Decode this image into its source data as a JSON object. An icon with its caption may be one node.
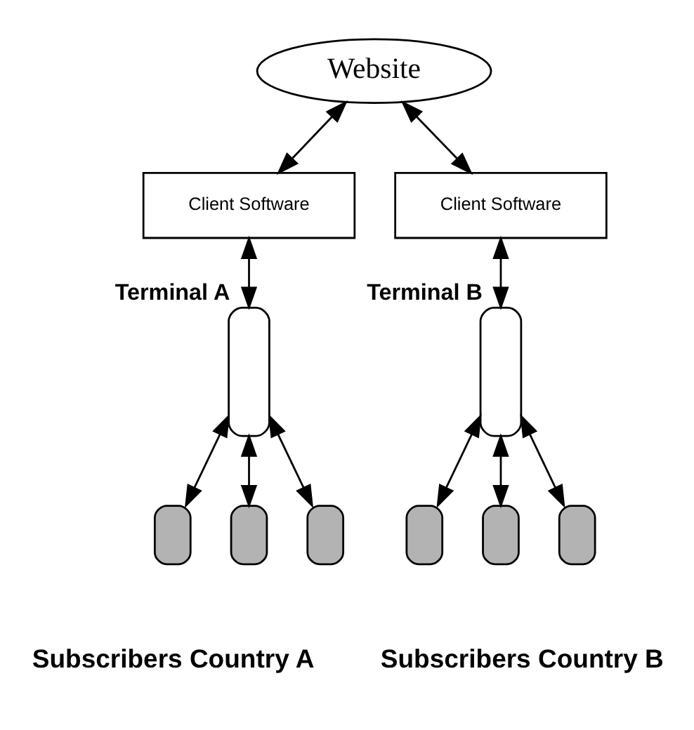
{
  "diagram": {
    "nodes": [
      {
        "text": [
          "Website"
        ]
      },
      {
        "text": [
          "Client Software"
        ]
      },
      {
        "text": [
          "Client Software"
        ]
      },
      {
        "text": [],
        "shape": "box",
        "beside": [
          "Terminal A"
        ]
      },
      {
        "text": [],
        "shape": "box",
        "beside": [
          "Terminal B"
        ]
      },
      {
        "text": [],
        "shape": "box"
      },
      {
        "text": [],
        "shape": "box"
      },
      {
        "text": [],
        "shape": "box"
      },
      {
        "text": [],
        "shape": "box"
      },
      {
        "text": [],
        "shape": "box"
      },
      {
        "text": [],
        "shape": "box"
      }
    ],
    "edges": [
      {
        "from": 0,
        "to": 1,
        "arrow": "both"
      },
      {
        "from": 0,
        "to": 2,
        "arrow": "both"
      },
      {
        "from": 1,
        "to": 3,
        "arrow": "both"
      },
      {
        "from": 2,
        "to": 4,
        "arrow": "both"
      },
      {
        "from": 3,
        "to": 5,
        "arrow": "both"
      },
      {
        "from": 3,
        "to": 6,
        "arrow": "both"
      },
      {
        "from": 3,
        "to": 7,
        "arrow": "both"
      },
      {
        "from": 4,
        "to": 8,
        "arrow": "both"
      },
      {
        "from": 4,
        "to": 9,
        "arrow": "both"
      },
      {
        "from": 4,
        "to": 10,
        "arrow": "both"
      }
    ],
    "labels": [
      "Subscribers Country A",
      "Subscribers Country B"
    ]
  }
}
